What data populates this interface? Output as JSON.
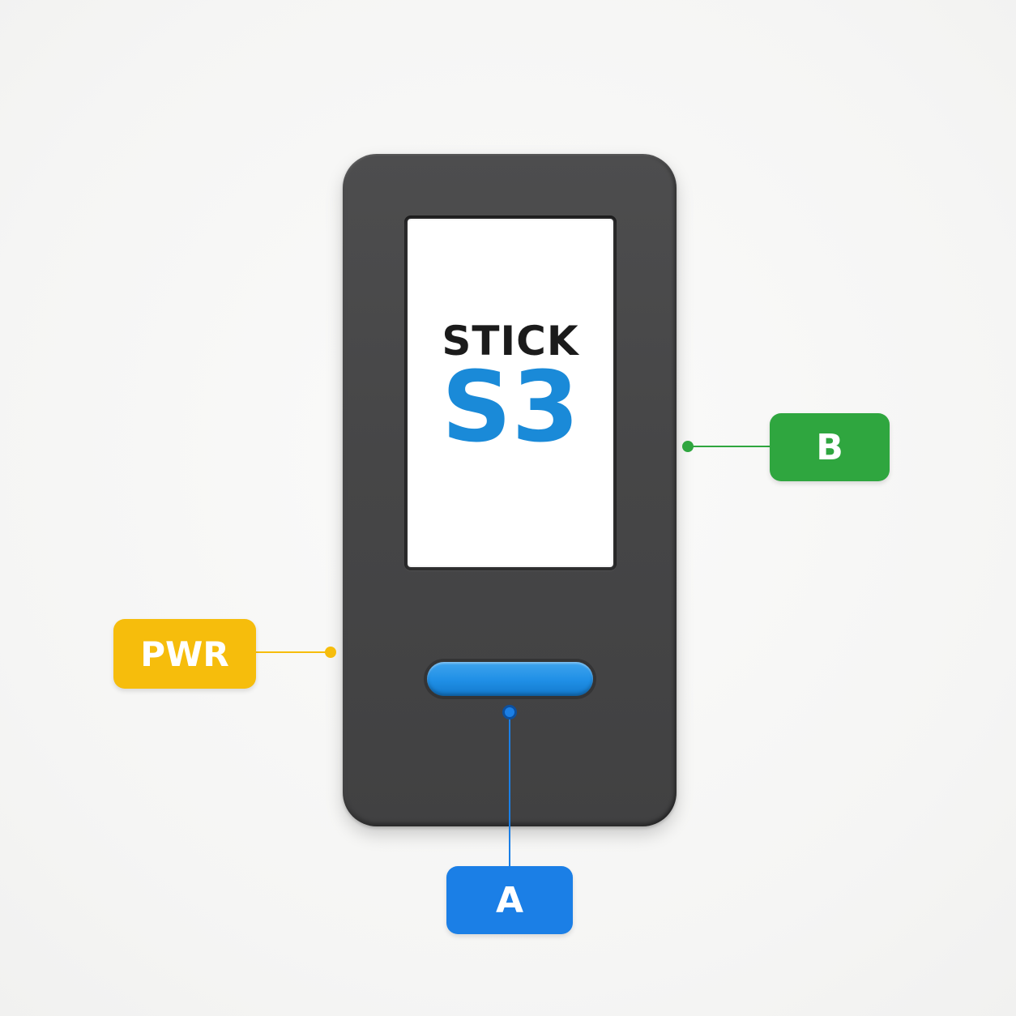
{
  "device": {
    "screen_title": "STICK",
    "screen_model": "S3"
  },
  "callouts": {
    "button_a": "A",
    "button_b": "B",
    "power": "PWR"
  },
  "colors": {
    "device_body": "#464647",
    "screen_model_text": "#1a8ad8",
    "button_a_fill": "#1f8fe6",
    "label_a": "#1b7fe6",
    "label_b": "#2fa63f",
    "label_pwr": "#f6bd0c"
  }
}
